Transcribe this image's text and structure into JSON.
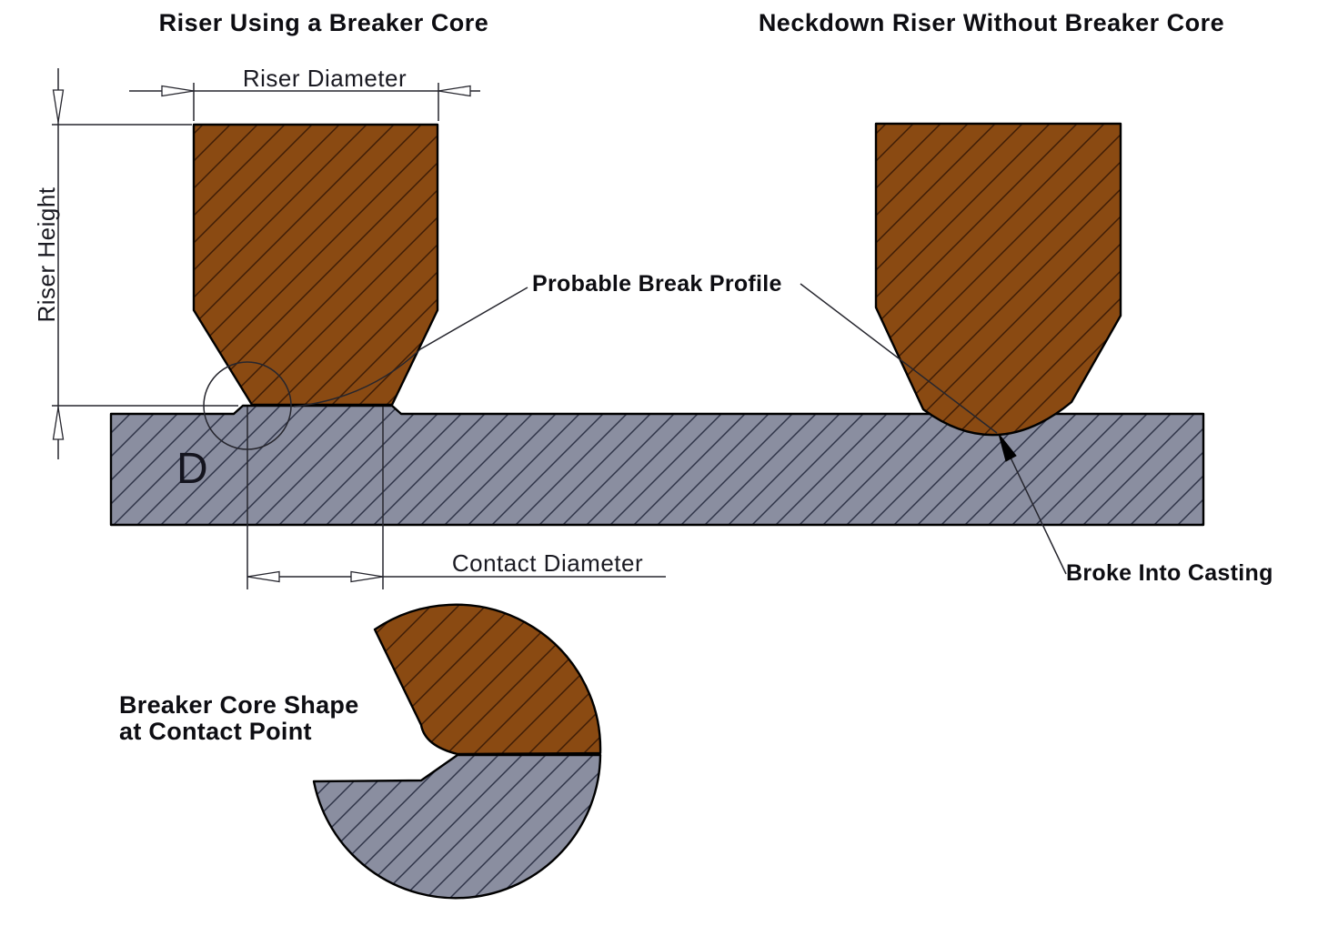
{
  "titles": {
    "left": "Riser Using a Breaker Core",
    "right": "Neckdown Riser Without Breaker Core"
  },
  "dimensions": {
    "riser_diameter": "Riser Diameter",
    "riser_height": "Riser Height",
    "contact_diameter": "Contact Diameter"
  },
  "annotations": {
    "probable_break_profile": "Probable Break Profile",
    "broke_into_casting": "Broke Into Casting",
    "breaker_core_shape_line1": "Breaker Core Shape",
    "breaker_core_shape_line2": "at Contact Point",
    "detail_marker": "D"
  },
  "colors": {
    "riser_fill": "#8a4a12",
    "riser_hatch": "#3f1d06",
    "casting_fill": "#8a8ea0",
    "casting_hatch": "#2f3448",
    "outline": "#000000",
    "background": "#ffffff"
  }
}
